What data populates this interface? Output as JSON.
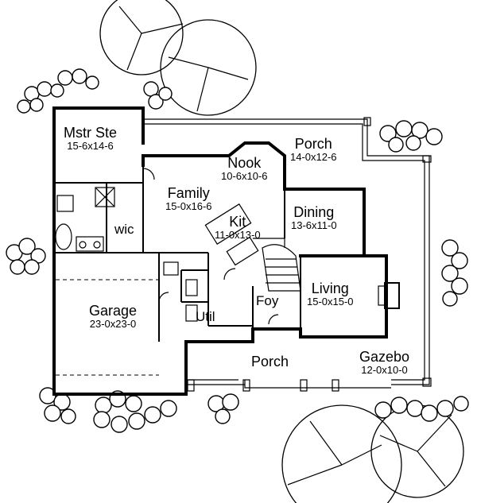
{
  "rooms": {
    "master_suite": {
      "name": "Mstr Ste",
      "dims": "15-6x14-6"
    },
    "porch_rear": {
      "name": "Porch",
      "dims": "14-0x12-6"
    },
    "nook": {
      "name": "Nook",
      "dims": "10-6x10-6"
    },
    "family": {
      "name": "Family",
      "dims": "15-0x16-6"
    },
    "kitchen": {
      "name": "Kit",
      "dims": "11-0x13-0"
    },
    "dining": {
      "name": "Dining",
      "dims": "13-6x11-0"
    },
    "wic": {
      "name": "wic"
    },
    "living": {
      "name": "Living",
      "dims": "15-0x15-0"
    },
    "foyer": {
      "name": "Foy"
    },
    "garage": {
      "name": "Garage",
      "dims": "23-0x23-0"
    },
    "utility": {
      "name": "Util"
    },
    "porch_front": {
      "name": "Porch"
    },
    "gazebo": {
      "name": "Gazebo",
      "dims": "12-0x10-0"
    }
  }
}
